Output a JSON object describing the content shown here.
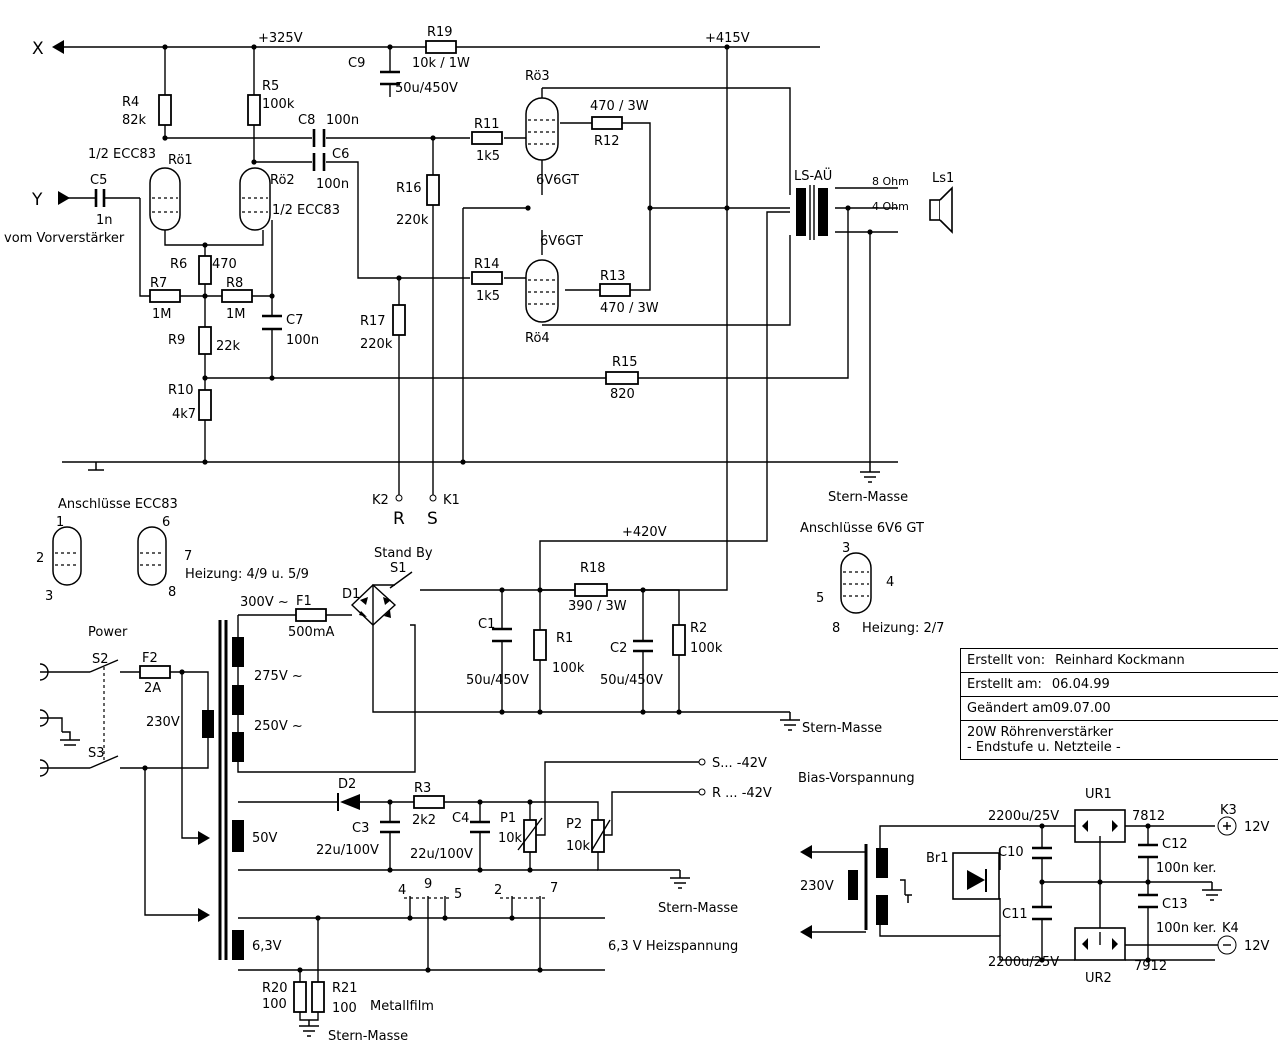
{
  "labels": {
    "v325": "+325V",
    "v415": "+415V",
    "v420": "+420V",
    "x": "X",
    "y": "Y",
    "r4": "R4",
    "r4v": "82k",
    "r5": "R5",
    "r5v": "100k",
    "r19": "R19",
    "r19v": "10k / 1W",
    "c9": "C9",
    "c9v": "50u/450V",
    "c8": "C8",
    "c8v": "100n",
    "c6": "C6",
    "c6v": "100n",
    "r11": "R11",
    "r11v": "1k5",
    "r14": "R14",
    "r14v": "1k5",
    "r16": "R16",
    "r16v": "220k",
    "r17": "R17",
    "r17v": "220k",
    "ro1": "Rö1",
    "ro1type": "1/2 ECC83",
    "ro2": "Rö2",
    "ro2type": "1/2 ECC83",
    "ro3": "Rö3",
    "ro3type": "6V6GT",
    "ro4": "Rö4",
    "ro4type": "6V6GT",
    "r12": "R12",
    "r12v": "470 / 3W",
    "r13": "R13",
    "r13v": "470 / 3W",
    "c5": "C5",
    "c5v": "1n",
    "vom": "vom Vorverstärker",
    "r6": "R6",
    "r6v": "470",
    "r7": "R7",
    "r7v": "1M",
    "r8": "R8",
    "r8v": "1M",
    "r9": "R9",
    "r9v": "22k",
    "r10": "R10",
    "r10v": "4k7",
    "c7": "C7",
    "c7v": "100n",
    "r15": "R15",
    "r15v": "820",
    "lsau": "LS-AÜ",
    "ohm8": "8 Ohm",
    "ohm4": "4 Ohm",
    "ls1": "Ls1",
    "sternmasse": "Stern-Masse",
    "k1": "K1",
    "k2": "K2",
    "r": "R",
    "s": "S",
    "anschl_ecc": "Anschlüsse ECC83",
    "heiz_ecc": "Heizung: 4/9 u. 5/9",
    "anschl_6v6": "Anschlüsse 6V6 GT",
    "heiz_6v6": "Heizung: 2/7",
    "pin1": "1",
    "pin2": "2",
    "pin3": "3",
    "pin6": "6",
    "pin7": "7",
    "pin8": "8",
    "pin3b": "3",
    "pin4": "4",
    "pin5": "5",
    "pin8b": "8",
    "standby": "Stand By",
    "s1": "S1",
    "d1": "D1",
    "r18": "R18",
    "r18v": "390 / 3W",
    "c1": "C1",
    "c1v": "50u/450V",
    "r1": "R1",
    "r1v": "100k",
    "c2": "C2",
    "c2v": "50u/450V",
    "r2": "R2",
    "r2v": "100k",
    "power": "Power",
    "s2": "S2",
    "s3": "S3",
    "f2": "F2",
    "f2v": "2A",
    "v230": "230V",
    "f1": "F1",
    "f1v": "500mA",
    "v300": "300V ~",
    "v275": "275V ~",
    "v250": "250V ~",
    "v50": "50V",
    "v63": "6,3V",
    "d2": "D2",
    "r3": "R3",
    "r3v": "2k2",
    "c3": "C3",
    "c3v": "22u/100V",
    "c4": "C4",
    "c4v": "22u/100V",
    "p1": "P1",
    "p1v": "10k",
    "p2": "P2",
    "p2v": "10k",
    "sbias": "S... -42V",
    "rbias": "R ... -42V",
    "bias": "Bias-Vorspannung",
    "n4": "4",
    "n9": "9",
    "n5": "5",
    "n2": "2",
    "n7": "7",
    "heizsp": "6,3 V Heizspannung",
    "r20": "R20",
    "r20v": "100",
    "r21": "R21",
    "r21v": "100",
    "metall": "Metallfilm",
    "ur1": "UR1",
    "ur2": "UR2",
    "u7812": "7812",
    "u7912": "7912",
    "c10": "C10",
    "c10v": "2200u/25V",
    "c11": "C11",
    "c11v": "2200u/25V",
    "br1": "Br1",
    "c12": "C12",
    "c12v": "100n ker.",
    "c13": "C13",
    "c13v": "100n ker.",
    "k3": "K3",
    "k4": "K4",
    "p12": "12V",
    "m12": "12V",
    "v230b": "230V"
  },
  "info": {
    "erstellt_von_label": "Erstellt von:",
    "erstellt_von": "Reinhard Kockmann",
    "erstellt_am_label": "Erstellt am:",
    "erstellt_am": "06.04.99",
    "geaendert_label": "Geändert am",
    "geaendert": "09.07.00",
    "title1": "20W Röhrenverstärker",
    "title2": "- Endstufe u. Netzteile -"
  }
}
